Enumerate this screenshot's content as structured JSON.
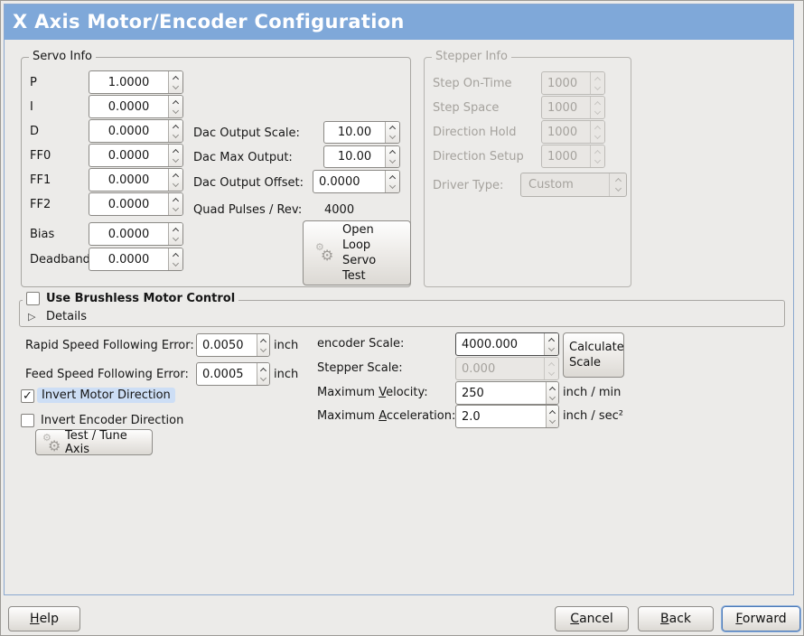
{
  "window": {
    "title": "X Axis Motor/Encoder Configuration"
  },
  "colors": {
    "titlebar": "#7fa8d9",
    "background": "#ecebe9",
    "content_border": "#8aa8cf",
    "focus_highlight": "#cddef5",
    "focus_ring": "#4a79b8"
  },
  "icons": {
    "gear_glyph": "⚙",
    "check": "✓",
    "expander": "▷"
  },
  "servo_info": {
    "legend": "Servo Info",
    "fields": [
      {
        "label": "P",
        "value": "1.0000"
      },
      {
        "label": "I",
        "value": "0.0000"
      },
      {
        "label": "D",
        "value": "0.0000"
      },
      {
        "label": "FF0",
        "value": "0.0000"
      },
      {
        "label": "FF1",
        "value": "0.0000"
      },
      {
        "label": "FF2",
        "value": "0.0000"
      },
      {
        "label": "Bias",
        "value": "0.0000"
      },
      {
        "label": "Deadband",
        "value": "0.0000"
      }
    ],
    "dac_output_scale": {
      "label": "Dac Output Scale:",
      "value": "10.00"
    },
    "dac_max_output": {
      "label": "Dac Max Output:",
      "value": "10.00"
    },
    "dac_output_offset": {
      "label": "Dac Output Offset:",
      "value": "0.0000"
    },
    "quad_pulses": {
      "label": "Quad Pulses / Rev:",
      "value": "4000"
    },
    "open_loop_button_label": "Open\nLoop\nServo\nTest"
  },
  "stepper_info": {
    "legend": "Stepper Info",
    "fields": [
      {
        "label": "Step On-Time",
        "value": "1000"
      },
      {
        "label": "Step Space",
        "value": "1000"
      },
      {
        "label": "Direction Hold",
        "value": "1000"
      },
      {
        "label": "Direction Setup",
        "value": "1000"
      }
    ],
    "driver_type": {
      "label": "Driver Type:",
      "value": "Custom"
    }
  },
  "brushless": {
    "checkbox_label": "Use Brushless Motor Control",
    "details_label": "Details"
  },
  "following_error": {
    "rapid": {
      "label": "Rapid Speed Following Error:",
      "value": "0.0050",
      "unit": "inch"
    },
    "feed": {
      "label": "Feed Speed Following Error:",
      "value": "0.0005",
      "unit": "inch"
    }
  },
  "options": {
    "invert_motor": "Invert Motor Direction",
    "invert_encoder": "Invert Encoder Direction",
    "test_tune_button": "Test / Tune Axis"
  },
  "scale": {
    "encoder": {
      "label": "encoder Scale:",
      "value": "4000.000"
    },
    "stepper": {
      "label": "Stepper Scale:",
      "value": "0.000"
    },
    "calculate_button": "Calculate\nScale",
    "max_velocity": {
      "label_pre": "Maximum ",
      "label_u": "V",
      "label_post": "elocity:",
      "value": "250",
      "unit": "inch / min"
    },
    "max_accel": {
      "label_pre": "Maximum ",
      "label_u": "A",
      "label_post": "cceleration:",
      "value": "2.0",
      "unit": "inch / sec²"
    }
  },
  "footer": {
    "help": {
      "u": "H",
      "rest": "elp"
    },
    "cancel": {
      "u": "C",
      "rest": "ancel"
    },
    "back": {
      "u": "B",
      "rest": "ack"
    },
    "forward": {
      "u": "F",
      "rest": "orward"
    }
  }
}
